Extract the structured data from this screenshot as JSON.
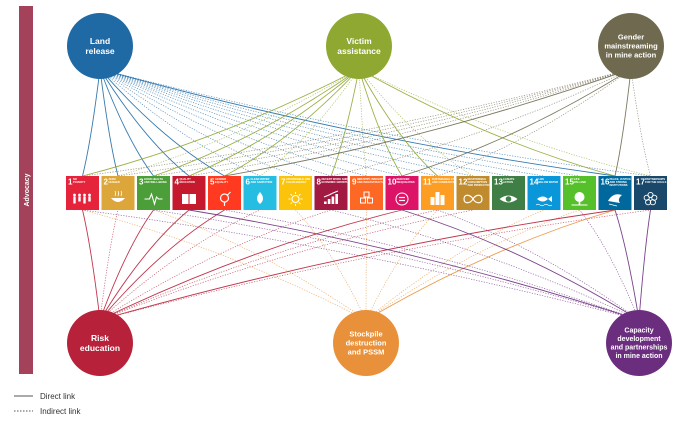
{
  "advocacy": {
    "label": "Advocacy",
    "color": "#a3425a"
  },
  "pillars": [
    {
      "id": "land",
      "lines": [
        "Land",
        "release"
      ],
      "color": "#1f6aa5"
    },
    {
      "id": "victim",
      "lines": [
        "Victim",
        "assistance"
      ],
      "color": "#8fa832"
    },
    {
      "id": "gender",
      "lines": [
        "Gender",
        "mainstreaming",
        "in mine action"
      ],
      "color": "#6f6a4f"
    },
    {
      "id": "risk",
      "lines": [
        "Risk",
        "education"
      ],
      "color": "#b8213a"
    },
    {
      "id": "stockpile",
      "lines": [
        "Stockpile",
        "destruction",
        "and PSSM"
      ],
      "color": "#e8913a"
    },
    {
      "id": "capacity",
      "lines": [
        "Capacity",
        "development",
        "and partnerships",
        "in mine action"
      ],
      "color": "#6b2e7f"
    }
  ],
  "sdgs": [
    {
      "n": "1",
      "t": [
        "NO",
        "POVERTY"
      ],
      "color": "#e5243b",
      "icon": "family-icon"
    },
    {
      "n": "2",
      "t": [
        "ZERO",
        "HUNGER"
      ],
      "color": "#dda63a",
      "icon": "bowl-icon"
    },
    {
      "n": "3",
      "t": [
        "GOOD HEALTH",
        "AND WELL-BEING"
      ],
      "color": "#4c9f38",
      "icon": "heartbeat-icon"
    },
    {
      "n": "4",
      "t": [
        "QUALITY",
        "EDUCATION"
      ],
      "color": "#c5192d",
      "icon": "book-icon"
    },
    {
      "n": "5",
      "t": [
        "GENDER",
        "EQUALITY"
      ],
      "color": "#ff3a21",
      "icon": "gender-icon"
    },
    {
      "n": "6",
      "t": [
        "CLEAN WATER",
        "AND SANITATION"
      ],
      "color": "#26bde2",
      "icon": "water-drop-icon"
    },
    {
      "n": "7",
      "t": [
        "AFFORDABLE AND",
        "CLEAN ENERGY"
      ],
      "color": "#fcc30b",
      "icon": "sun-icon"
    },
    {
      "n": "8",
      "t": [
        "DECENT WORK AND",
        "ECONOMIC GROWTH"
      ],
      "color": "#a21942",
      "icon": "growth-chart-icon"
    },
    {
      "n": "9",
      "t": [
        "INDUSTRY, INNOVATION",
        "AND INFRASTRUCTURE"
      ],
      "color": "#fd6925",
      "icon": "cubes-icon"
    },
    {
      "n": "10",
      "t": [
        "REDUCED",
        "INEQUALITIES"
      ],
      "color": "#dd1367",
      "icon": "equals-icon"
    },
    {
      "n": "11",
      "t": [
        "SUSTAINABLE CITIES",
        "AND COMMUNITIES"
      ],
      "color": "#fd9d24",
      "icon": "buildings-icon"
    },
    {
      "n": "12",
      "t": [
        "RESPONSIBLE",
        "CONSUMPTION",
        "AND PRODUCTION"
      ],
      "color": "#bf8b2e",
      "icon": "infinity-icon"
    },
    {
      "n": "13",
      "t": [
        "CLIMATE",
        "ACTION"
      ],
      "color": "#3f7e44",
      "icon": "eye-globe-icon"
    },
    {
      "n": "14",
      "t": [
        "LIFE",
        "BELOW WATER"
      ],
      "color": "#0a97d9",
      "icon": "fish-icon"
    },
    {
      "n": "15",
      "t": [
        "LIFE",
        "ON LAND"
      ],
      "color": "#56c02b",
      "icon": "tree-icon"
    },
    {
      "n": "16",
      "t": [
        "PEACE, JUSTICE",
        "AND STRONG",
        "INSTITUTIONS"
      ],
      "color": "#00689d",
      "icon": "dove-icon"
    },
    {
      "n": "17",
      "t": [
        "PARTNERSHIPS",
        "FOR THE GOALS"
      ],
      "color": "#19486a",
      "icon": "flower-icon"
    }
  ],
  "direct_links": [
    {
      "from": "land",
      "to": [
        "1",
        "2",
        "3",
        "4",
        "5",
        "16"
      ]
    },
    {
      "from": "victim",
      "to": [
        "1",
        "3",
        "4",
        "5",
        "8",
        "10",
        "11",
        "16"
      ]
    },
    {
      "from": "gender",
      "to": [
        "5",
        "10",
        "16"
      ]
    },
    {
      "from": "risk",
      "to": [
        "1",
        "3",
        "4",
        "5",
        "10",
        "16"
      ]
    },
    {
      "from": "stockpile",
      "to": [
        "16"
      ]
    },
    {
      "from": "capacity",
      "to": [
        "4",
        "10",
        "16",
        "17"
      ]
    }
  ],
  "indirect_links": [
    {
      "from": "land",
      "to": [
        "6",
        "7",
        "8",
        "9",
        "10",
        "11",
        "12",
        "13",
        "14",
        "15",
        "17"
      ]
    },
    {
      "from": "victim",
      "to": [
        "2",
        "6",
        "9",
        "12",
        "17"
      ]
    },
    {
      "from": "gender",
      "to": [
        "1",
        "2",
        "3",
        "4",
        "8",
        "11",
        "17"
      ]
    },
    {
      "from": "risk",
      "to": [
        "2",
        "6",
        "8",
        "11",
        "12",
        "17"
      ]
    },
    {
      "from": "stockpile",
      "to": [
        "1",
        "3",
        "7",
        "9",
        "11",
        "14",
        "15"
      ]
    },
    {
      "from": "capacity",
      "to": [
        "1",
        "3",
        "5",
        "8",
        "11",
        "15"
      ]
    }
  ],
  "legend": {
    "direct": "Direct link",
    "indirect": "Indirect link"
  }
}
